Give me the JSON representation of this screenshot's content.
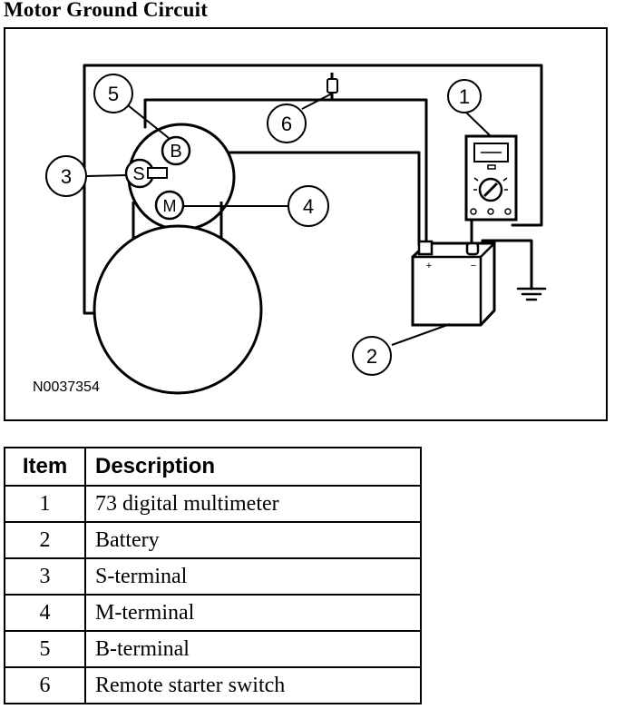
{
  "title": "Motor Ground Circuit",
  "figure": {
    "code": "N0037354",
    "callouts": [
      "1",
      "2",
      "3",
      "4",
      "5",
      "6"
    ],
    "terminals": {
      "b": "B",
      "s": "S",
      "m": "M"
    },
    "battery_polarity": {
      "positive": "+",
      "negative": "−"
    }
  },
  "legend": {
    "headers": {
      "item": "Item",
      "description": "Description"
    },
    "rows": [
      {
        "item": "1",
        "description": "73 digital multimeter"
      },
      {
        "item": "2",
        "description": "Battery"
      },
      {
        "item": "3",
        "description": "S-terminal"
      },
      {
        "item": "4",
        "description": "M-terminal"
      },
      {
        "item": "5",
        "description": "B-terminal"
      },
      {
        "item": "6",
        "description": "Remote starter switch"
      }
    ]
  }
}
